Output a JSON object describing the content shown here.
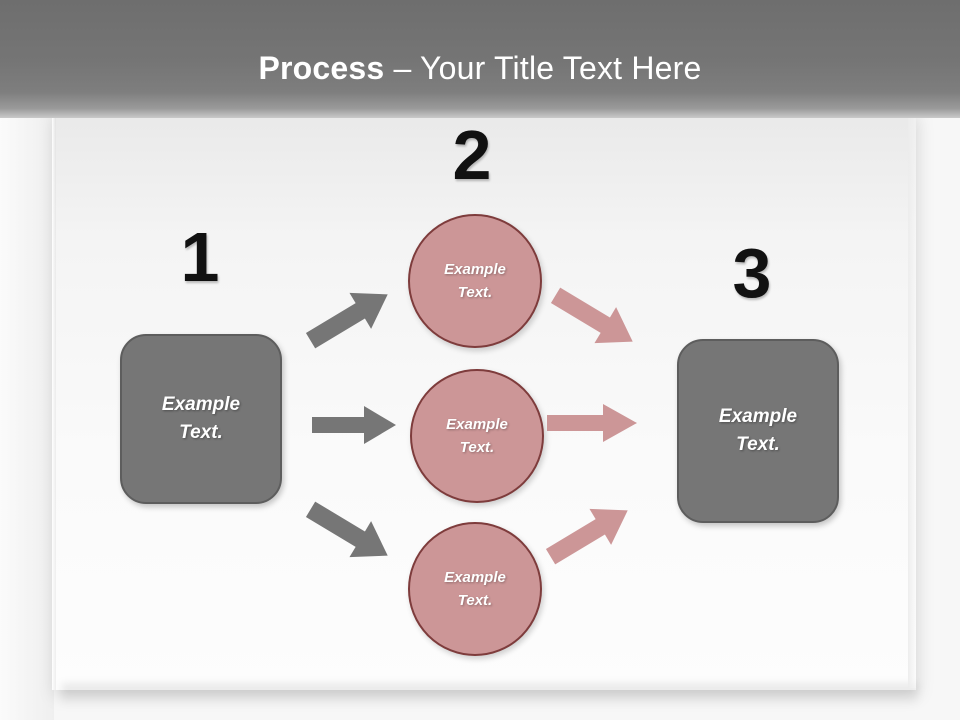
{
  "header": {
    "title_strong": "Process",
    "title_separator": " – ",
    "title_rest": "Your Title Text Here",
    "background_color": "#767676",
    "text_color": "#FFFFFF"
  },
  "slide": {
    "background_color": "#F7F7F7",
    "paper_color": "#FAFAFA"
  },
  "steps": [
    {
      "number": "1",
      "label": "Example\nText.",
      "shape": "rounded-rect",
      "fill": "#767676",
      "stroke": "#5D5D5D",
      "text_color": "#FFFFFF"
    },
    {
      "number": "2",
      "label": "Example\nText.",
      "shape": "circle",
      "fill": "#CC9697",
      "stroke": "#7E3C3C",
      "text_color": "#FFFFFF"
    },
    {
      "number": "3",
      "label": "Example\nText.",
      "shape": "rounded-rect",
      "fill": "#767676",
      "stroke": "#5D5D5D",
      "text_color": "#FFFFFF"
    }
  ],
  "middle_nodes": [
    {
      "label": "Example\nText."
    },
    {
      "label": "Example\nText."
    },
    {
      "label": "Example\nText."
    }
  ],
  "arrows": {
    "left_group_color": "#767676",
    "right_group_color": "#CC9697",
    "left": [
      {
        "name": "arrow-start-to-node-1",
        "direction": "up-right"
      },
      {
        "name": "arrow-start-to-node-2",
        "direction": "right"
      },
      {
        "name": "arrow-start-to-node-3",
        "direction": "down-right"
      }
    ],
    "right": [
      {
        "name": "arrow-node-1-to-end",
        "direction": "down-right"
      },
      {
        "name": "arrow-node-2-to-end",
        "direction": "right"
      },
      {
        "name": "arrow-node-3-to-end",
        "direction": "up-right"
      }
    ]
  }
}
